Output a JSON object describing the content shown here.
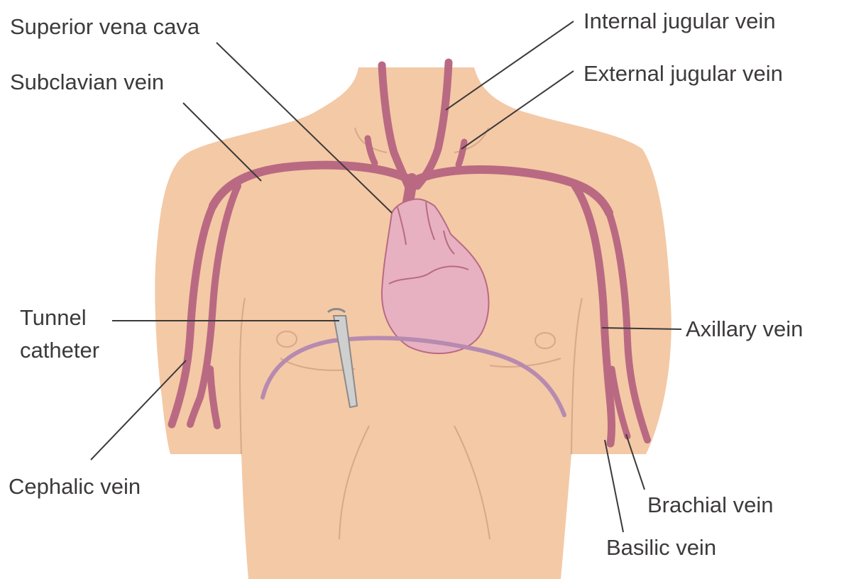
{
  "diagram": {
    "labels": {
      "superior_vena_cava": "Superior vena cava",
      "internal_jugular_vein": "Internal jugular vein",
      "subclavian_vein": "Subclavian vein",
      "external_jugular_vein": "External jugular vein",
      "tunnel": "Tunnel",
      "catheter": "catheter",
      "axillary_vein": "Axillary vein",
      "cephalic_vein": "Cephalic vein",
      "brachial_vein": "Brachial vein",
      "basilic_vein": "Basilic vein"
    },
    "colors": {
      "background": "#ffffff",
      "skin": "#f4c9a6",
      "skin_outline": "#d7a88a",
      "vein": "#b96a82",
      "heart": "#e7b1c2",
      "catheter": "#c8c8c8",
      "label_text": "#3d3a3a"
    }
  }
}
